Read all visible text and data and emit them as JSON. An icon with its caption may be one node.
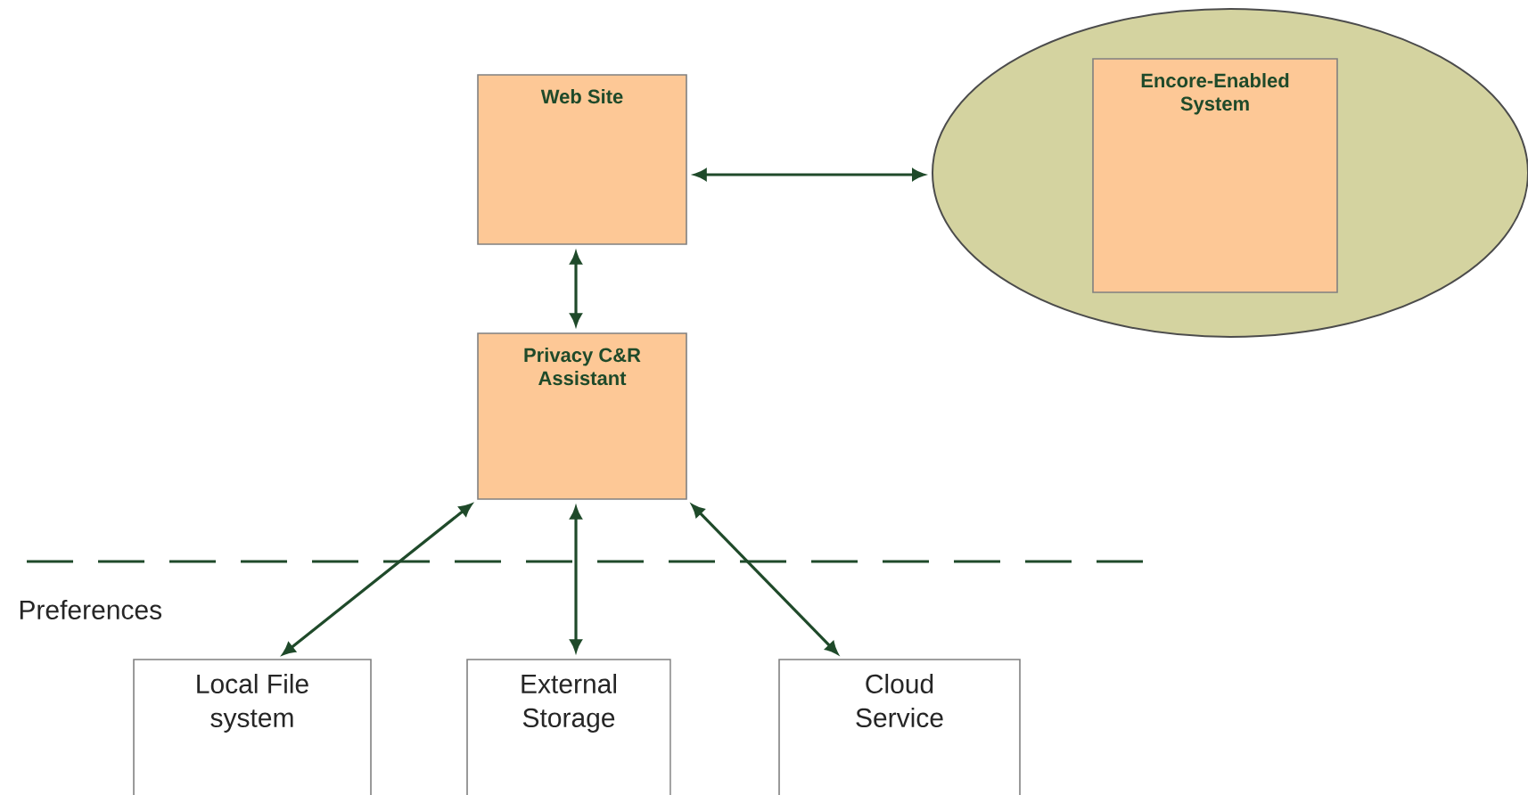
{
  "diagram": {
    "nodes": [
      {
        "text": [
          "Web Site"
        ]
      },
      {
        "text": [],
        "shape": "ellipse"
      },
      {
        "text": [
          "Encore-Enabled System"
        ],
        "in": 1
      },
      {
        "text": [
          "Privacy C&R Assistant"
        ]
      },
      {
        "text": [
          "Local File system"
        ]
      },
      {
        "text": [
          "External Storage"
        ]
      },
      {
        "text": [
          "Cloud Service"
        ]
      }
    ],
    "edges": [
      {
        "from": 0,
        "to": 1,
        "arrow": "both"
      },
      {
        "from": 0,
        "to": 3,
        "arrow": "both"
      },
      {
        "from": 3,
        "to": 4,
        "arrow": "both"
      },
      {
        "from": 3,
        "to": 5,
        "arrow": "both"
      },
      {
        "from": 3,
        "to": 6,
        "arrow": "both"
      }
    ],
    "labels": [
      "Preferences"
    ]
  }
}
